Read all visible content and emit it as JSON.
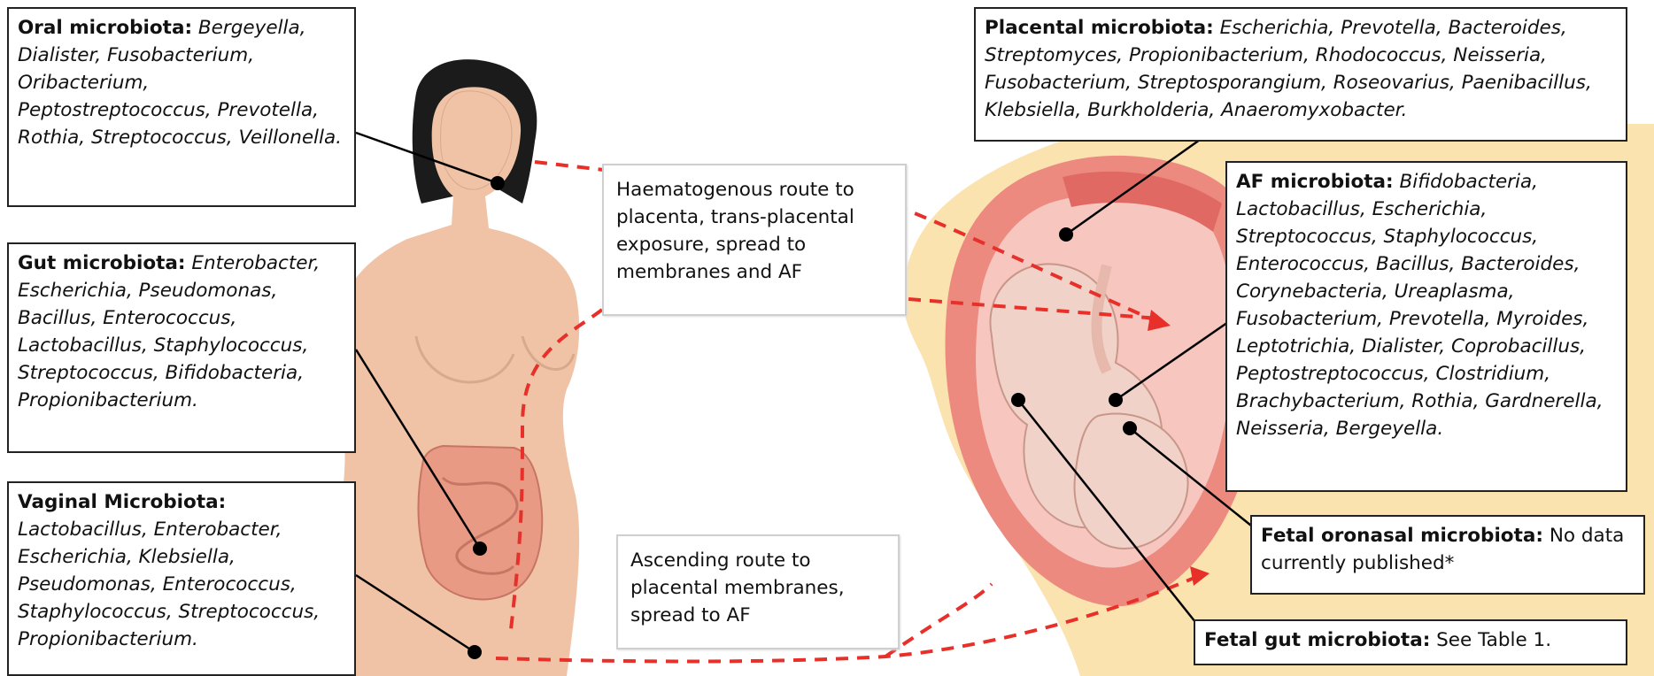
{
  "colors": {
    "route_line": "#e8302a",
    "skin": "#f0c3a6",
    "uterus_bg": "#fbe3b0",
    "uterus_wall": "#ec8a80",
    "amniotic": "#f6c6bf",
    "fetus": "#f1d2c9",
    "placenta": "#e06a63",
    "intestine": "#e89a84",
    "hair": "#1b1b1b"
  },
  "boxes": {
    "oral": {
      "title": "Oral microbiota:",
      "body": "Bergeyella, Dialister, Fusobacterium, Oribacterium, Peptostreptococcus, Prevotella, Rothia, Streptococcus, Veillonella."
    },
    "gut": {
      "title": "Gut microbiota:",
      "body": "Enterobacter, Escherichia, Pseudomonas, Bacillus, Enterococcus, Lactobacillus, Staphylococcus, Streptococcus, Bifidobacteria, Propionibacterium."
    },
    "vaginal": {
      "title": "Vaginal Microbiota:",
      "body": "Lactobacillus, Enterobacter, Escherichia, Klebsiella, Pseudomonas, Enterococcus, Staphylococcus, Streptococcus, Propionibacterium."
    },
    "placental": {
      "title": "Placental microbiota:",
      "body": "Escherichia, Prevotella, Bacteroides, Streptomyces, Propionibacterium, Rhodococcus, Neisseria, Fusobacterium, Streptosporangium, Roseovarius, Paenibacillus, Klebsiella, Burkholderia, Anaeromyxobacter."
    },
    "af": {
      "title": "AF microbiota:",
      "body": "Bifidobacteria, Lactobacillus, Escherichia, Streptococcus, Staphylococcus, Enterococcus, Bacillus, Bacteroides, Corynebacteria, Ureaplasma, Fusobacterium, Prevotella,  Myroides, Leptotrichia, Dialister, Coprobacillus, Peptostreptococcus, Clostridium, Brachybacterium, Rothia, Gardnerella, Neisseria, Bergeyella."
    },
    "fetal_oronasal": {
      "title": "Fetal oronasal microbiota:",
      "body": "No data currently published*"
    },
    "fetal_gut": {
      "title": "Fetal gut microbiota:",
      "body": "See Table 1."
    }
  },
  "routes": {
    "haematogenous": "Haematogenous route to placenta, trans-placental exposure, spread to membranes and AF",
    "ascending": "Ascending route to placental membranes, spread to AF"
  }
}
